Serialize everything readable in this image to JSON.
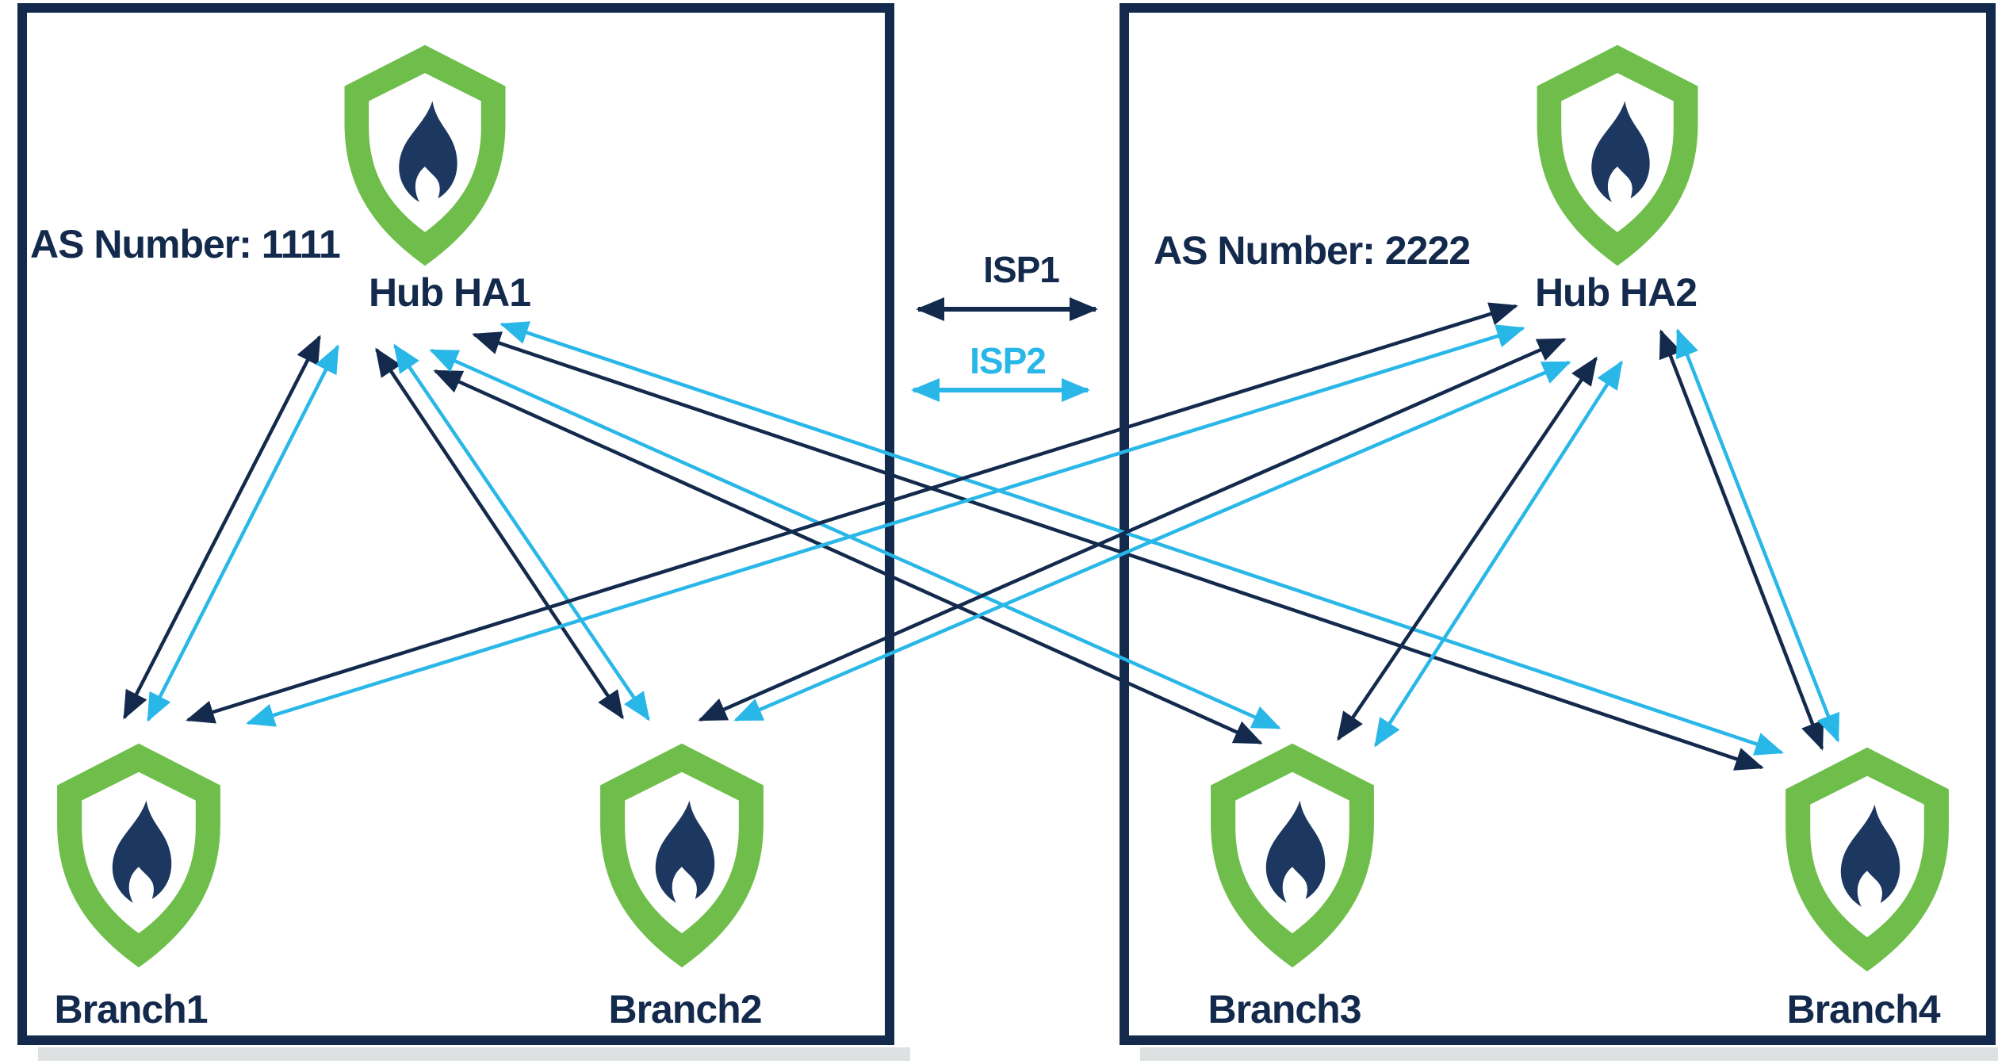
{
  "as1": {
    "label": "AS Number: 1111",
    "hub_label": "Hub HA1",
    "branches": [
      {
        "label": "Branch1"
      },
      {
        "label": "Branch2"
      }
    ]
  },
  "as2": {
    "label": "AS Number: 2222",
    "hub_label": "Hub HA2",
    "branches": [
      {
        "label": "Branch3"
      },
      {
        "label": "Branch4"
      }
    ]
  },
  "legend": [
    {
      "label": "ISP1",
      "color": "#132A4D"
    },
    {
      "label": "ISP2",
      "color": "#29B7E8"
    }
  ],
  "colors": {
    "navy": "#132A4D",
    "cyan": "#29B7E8",
    "green": "#6FBE4B",
    "flame": "#1C3760",
    "box_border": "#132A4D",
    "background": "#FFFFFF"
  },
  "arrow_style": "double-headed",
  "links": [
    {
      "from": "Branch1",
      "to": "Hub HA1",
      "isp": "ISP1"
    },
    {
      "from": "Branch1",
      "to": "Hub HA1",
      "isp": "ISP2"
    },
    {
      "from": "Branch2",
      "to": "Hub HA1",
      "isp": "ISP1"
    },
    {
      "from": "Branch2",
      "to": "Hub HA1",
      "isp": "ISP2"
    },
    {
      "from": "Branch3",
      "to": "Hub HA1",
      "isp": "ISP1"
    },
    {
      "from": "Branch3",
      "to": "Hub HA1",
      "isp": "ISP2"
    },
    {
      "from": "Branch4",
      "to": "Hub HA1",
      "isp": "ISP1"
    },
    {
      "from": "Branch4",
      "to": "Hub HA1",
      "isp": "ISP2"
    },
    {
      "from": "Branch1",
      "to": "Hub HA2",
      "isp": "ISP1"
    },
    {
      "from": "Branch1",
      "to": "Hub HA2",
      "isp": "ISP2"
    },
    {
      "from": "Branch2",
      "to": "Hub HA2",
      "isp": "ISP1"
    },
    {
      "from": "Branch2",
      "to": "Hub HA2",
      "isp": "ISP2"
    },
    {
      "from": "Branch3",
      "to": "Hub HA2",
      "isp": "ISP1"
    },
    {
      "from": "Branch3",
      "to": "Hub HA2",
      "isp": "ISP2"
    },
    {
      "from": "Branch4",
      "to": "Hub HA2",
      "isp": "ISP1"
    },
    {
      "from": "Branch4",
      "to": "Hub HA2",
      "isp": "ISP2"
    }
  ]
}
